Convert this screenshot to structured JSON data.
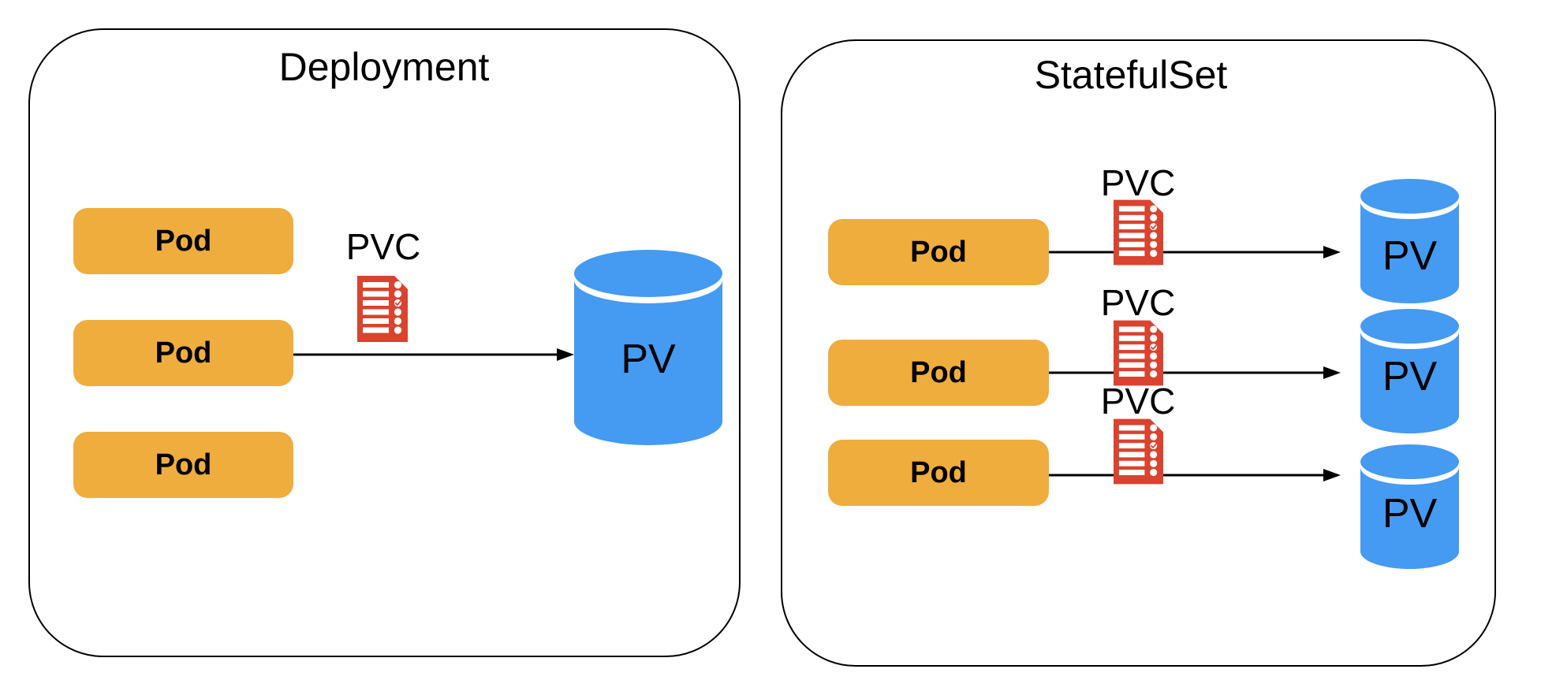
{
  "colors": {
    "pod_fill": "#EFAD3D",
    "pv_fill": "#459AF2",
    "pvc_fill": "#D9432F",
    "outline": "#000000",
    "text": "#000000"
  },
  "deployment": {
    "title": "Deployment",
    "pods": [
      {
        "label": "Pod"
      },
      {
        "label": "Pod"
      },
      {
        "label": "Pod"
      }
    ],
    "pvc": {
      "label": "PVC"
    },
    "pv": {
      "label": "PV"
    }
  },
  "statefulset": {
    "title": "StatefulSet",
    "rows": [
      {
        "pod": "Pod",
        "pvc": "PVC",
        "pv": "PV"
      },
      {
        "pod": "Pod",
        "pvc": "PVC",
        "pv": "PV"
      },
      {
        "pod": "Pod",
        "pvc": "PVC",
        "pv": "PV"
      }
    ]
  }
}
